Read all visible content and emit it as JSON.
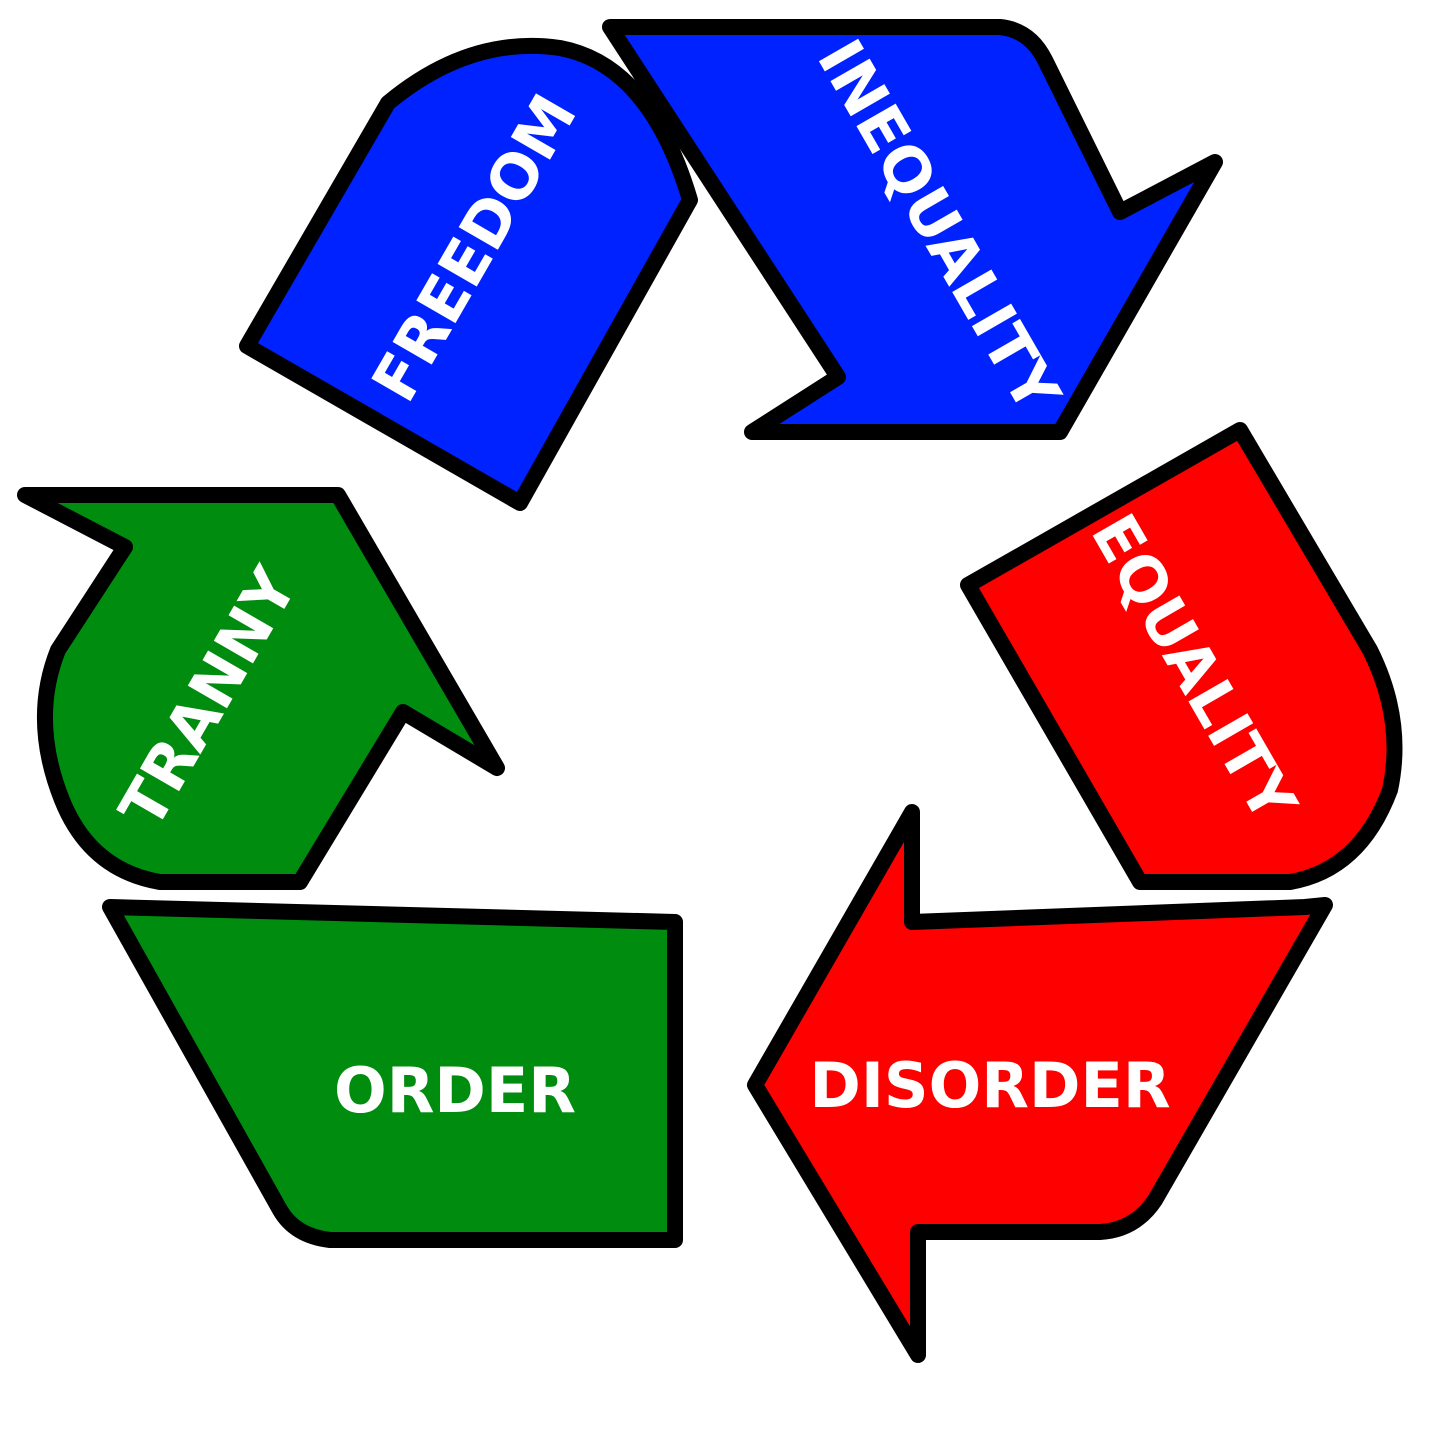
{
  "colors": {
    "blue": "#0022ff",
    "red": "#ff0000",
    "green": "#008c0f",
    "outline": "#000000",
    "label": "#ffffff"
  },
  "segments": [
    {
      "id": "freedom",
      "label": "FREEDOM",
      "color_key": "blue"
    },
    {
      "id": "inequality",
      "label": "INEQUALITY",
      "color_key": "blue"
    },
    {
      "id": "equality",
      "label": "EQUALITY",
      "color_key": "red"
    },
    {
      "id": "disorder",
      "label": "DISORDER",
      "color_key": "red"
    },
    {
      "id": "order",
      "label": "ORDER",
      "color_key": "green"
    },
    {
      "id": "tranny",
      "label": "TRANNY",
      "color_key": "green"
    }
  ]
}
